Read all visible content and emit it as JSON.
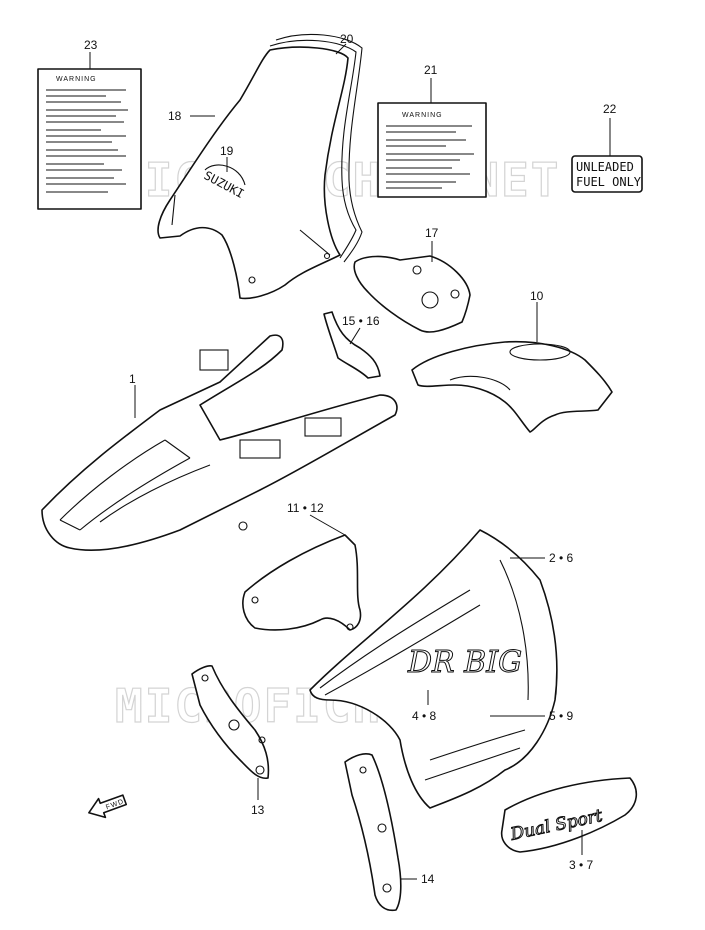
{
  "watermark": {
    "text": "MICROFICHES.NET"
  },
  "callouts": {
    "c1": "1",
    "c2_6": "2 • 6",
    "c3_7": "3 • 7",
    "c4_8": "4 • 8",
    "c5_9": "5 • 9",
    "c10": "10",
    "c11_12": "11 • 12",
    "c13": "13",
    "c14": "14",
    "c15_16": "15 • 16",
    "c17": "17",
    "c18": "18",
    "c19": "19",
    "c20": "20",
    "c21": "21",
    "c22": "22",
    "c23": "23"
  },
  "labels": {
    "warning_23": "WARNING",
    "warning_21": "WARNING",
    "fuel_line1": "UNLEADED",
    "fuel_line2": "FUEL ONLY",
    "suzuki_logo": "SUZUKI",
    "dr_big": "DR BIG",
    "dual_sport": "Dual Sport",
    "fwd": "FWD"
  }
}
